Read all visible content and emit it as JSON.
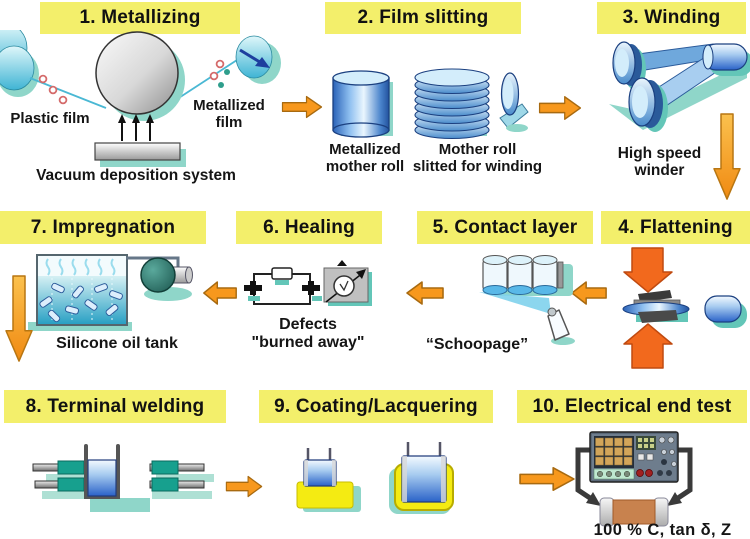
{
  "steps": {
    "s1": {
      "label": "1. Metallizing",
      "caption_plastic_film": "Plastic film",
      "caption_metallized_film": "Metallized\nfilm",
      "caption_vacuum": "Vacuum deposition system"
    },
    "s2": {
      "label": "2. Film slitting",
      "caption_mother_roll": "Metallized\nmother roll",
      "caption_slitted": "Mother roll\nslitted for winding"
    },
    "s3": {
      "label": "3. Winding",
      "caption": "High speed\nwinder"
    },
    "s4": {
      "label": "4. Flattening"
    },
    "s5": {
      "label": "5. Contact layer",
      "caption": "“Schoopage”"
    },
    "s6": {
      "label": "6. Healing",
      "caption": "Defects\n\"burned away\""
    },
    "s7": {
      "label": "7. Impregnation",
      "caption": "Silicone oil tank"
    },
    "s8": {
      "label": "8. Terminal welding"
    },
    "s9": {
      "label": "9. Coating/Lacquering"
    },
    "s10": {
      "label": "10. Electrical end test",
      "caption": "100 % C, tan δ, Z"
    }
  },
  "colors": {
    "label_bg": "#F3EF6B",
    "arrow_orange": "#F7981D",
    "flatten_arrow": "#F2691D",
    "teal_shadow": "#8FD6C9",
    "blue_outline": "#1B4080",
    "cyan_roller": "#3FB4D4",
    "lacquer_yellow": "#F4EB12",
    "chip_body": "#C8824E",
    "tank_liquid": "#29A0C4"
  }
}
